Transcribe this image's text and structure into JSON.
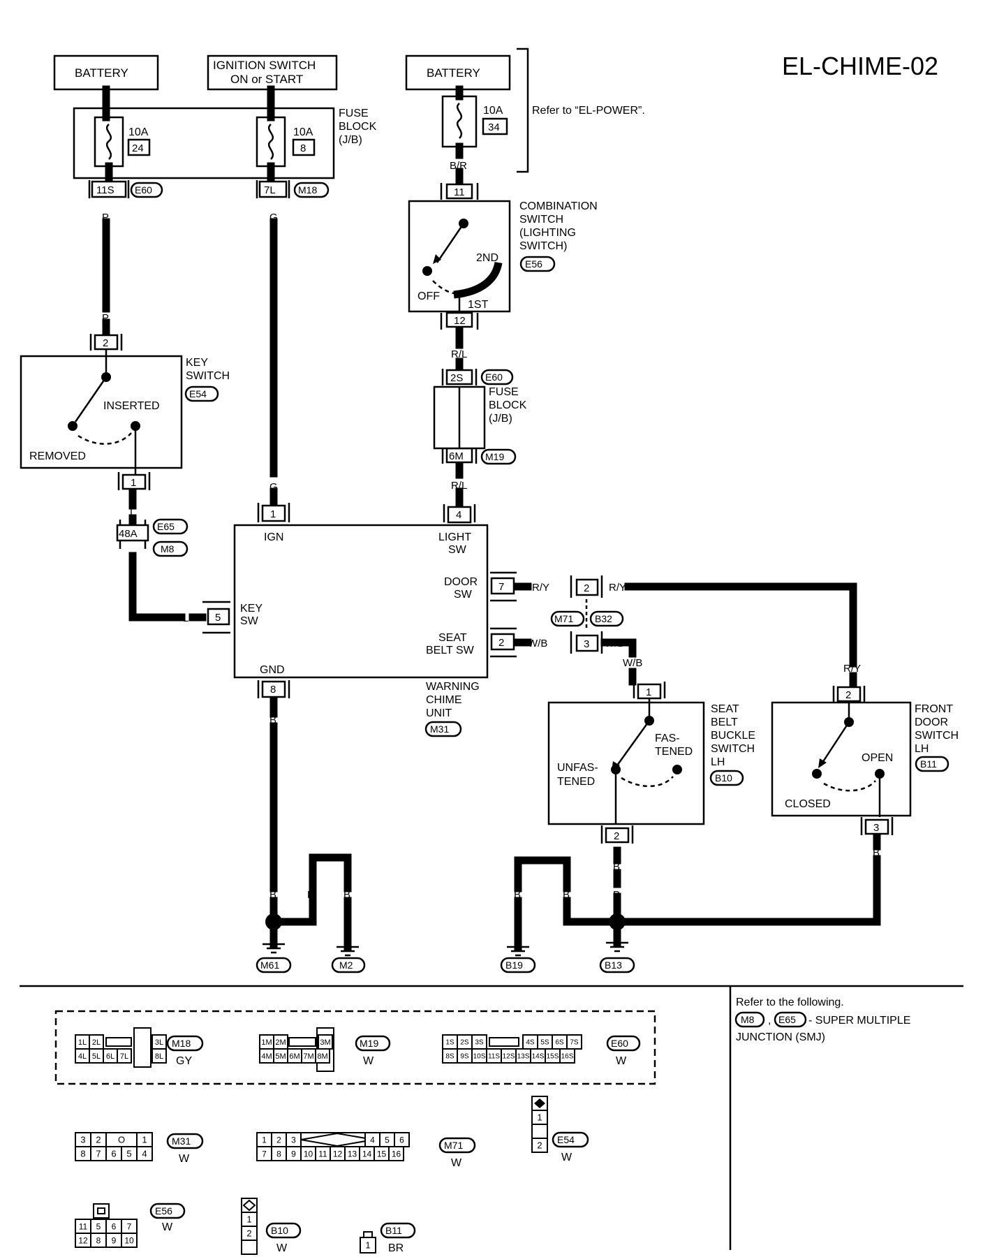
{
  "page_title": "EL-CHIME-02",
  "power": {
    "battery1": "BATTERY",
    "ign_line1": "IGNITION SWITCH",
    "ign_line2": "ON or START",
    "battery2": "BATTERY",
    "refer_power": "Refer to “EL-POWER”."
  },
  "fuses": {
    "f1_amp": "10A",
    "f1_no": "24",
    "f2_amp": "10A",
    "f2_no": "8",
    "f3_amp": "10A",
    "f3_no": "34",
    "fb_l1": "FUSE",
    "fb_l2": "BLOCK",
    "fb_l3": "(J/B)"
  },
  "connectors": {
    "c11S": "11S",
    "c7L": "7L",
    "c11": "11",
    "c12": "12",
    "c2S": "2S",
    "c6M": "6M",
    "ks2": "2",
    "ks1": "1",
    "c48A": "48A",
    "u1": "1",
    "u4": "4",
    "u5": "5",
    "u7": "7",
    "u2": "2",
    "u8": "8",
    "m71_2": "2",
    "m71_3": "3",
    "sb1": "1",
    "sb2": "2",
    "fd2": "2",
    "fd3": "3"
  },
  "ids": {
    "E60": "E60",
    "M18": "M18",
    "E56": "E56",
    "M19": "M19",
    "E54": "E54",
    "E65": "E65",
    "M8": "M8",
    "M71": "M71",
    "B32": "B32",
    "M31": "M31",
    "B10": "B10",
    "B11": "B11",
    "M61": "M61",
    "M2": "M2",
    "B19": "B19",
    "B13": "B13"
  },
  "wires": {
    "P": "P",
    "G": "G",
    "BR": "B/R",
    "RL": "R/L",
    "L": "L",
    "RY": "R/Y",
    "WB": "W/B",
    "B": "B"
  },
  "combo_switch": {
    "l1": "COMBINATION",
    "l2": "SWITCH",
    "l3": "(LIGHTING",
    "l4": "SWITCH)",
    "off": "OFF",
    "first": "1ST",
    "second": "2ND"
  },
  "key_switch": {
    "l1": "KEY",
    "l2": "SWITCH",
    "inserted": "INSERTED",
    "removed": "REMOVED"
  },
  "chime_unit": {
    "ign": "IGN",
    "light1": "LIGHT",
    "light2": "SW",
    "door1": "DOOR",
    "door2": "SW",
    "seat1": "SEAT",
    "seat2": "BELT SW",
    "key1": "KEY",
    "key2": "SW",
    "gnd": "GND",
    "name1": "WARNING",
    "name2": "CHIME",
    "name3": "UNIT"
  },
  "seat_belt": {
    "l1": "SEAT",
    "l2": "BELT",
    "l3": "BUCKLE",
    "l4": "SWITCH",
    "l5": "LH",
    "fastened1": "FAS-",
    "fastened2": "TENED",
    "unfastened1": "UNFAS-",
    "unfastened2": "TENED"
  },
  "front_door": {
    "l1": "FRONT",
    "l2": "DOOR",
    "l3": "SWITCH",
    "l4": "LH",
    "open": "OPEN",
    "closed": "CLOSED"
  },
  "legend": {
    "m18_pins_top": [
      "1L",
      "2L",
      "",
      "3L"
    ],
    "m18_pins_bottom": [
      "4L",
      "5L",
      "6L",
      "7L",
      "8L"
    ],
    "m18_color": "GY",
    "m19_pins_top": [
      "1M",
      "2M",
      "",
      "3M"
    ],
    "m19_pins_bottom": [
      "4M",
      "5M",
      "6M",
      "7M",
      "8M"
    ],
    "m19_color": "W",
    "e60_pins_top": [
      "1S",
      "2S",
      "3S",
      "",
      "4S",
      "5S",
      "6S",
      "7S"
    ],
    "e60_pins_bottom": [
      "8S",
      "9S",
      "10S",
      "11S",
      "12S",
      "13S",
      "14S",
      "15S",
      "16S"
    ],
    "e60_color": "W",
    "m31_pins_top": [
      "3",
      "2",
      "O",
      "1"
    ],
    "m31_pins_bottom": [
      "8",
      "7",
      "6",
      "5",
      "4"
    ],
    "m31_color": "W",
    "m71_pins_top_left": [
      "1",
      "2",
      "3"
    ],
    "m71_pins_top_right": [
      "4",
      "5",
      "6"
    ],
    "m71_pins_bottom": [
      "7",
      "8",
      "9",
      "10",
      "11",
      "12",
      "13",
      "14",
      "15",
      "16"
    ],
    "m71_color": "W",
    "e54_pins": [
      "1",
      "2"
    ],
    "e54_color": "W",
    "e56_pins_top": [
      "11",
      "5",
      "6",
      "7"
    ],
    "e56_pins_bottom": [
      "12",
      "8",
      "9",
      "10"
    ],
    "e56_color": "W",
    "b10_pins": [
      "1",
      "2"
    ],
    "b10_color": "W",
    "b11_pin": "1",
    "b11_color": "BR",
    "refer_following": "Refer to the following.",
    "smj_sep": ",",
    "smj_text1": "- SUPER MULTIPLE",
    "smj_text2": "JUNCTION (SMJ)"
  }
}
